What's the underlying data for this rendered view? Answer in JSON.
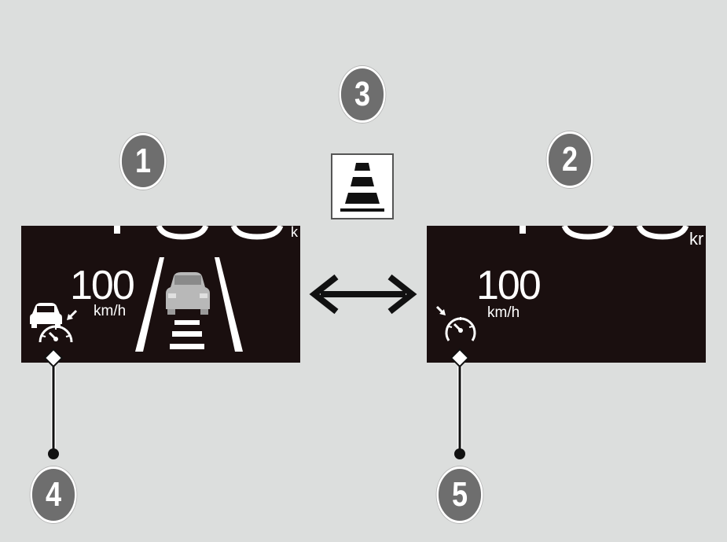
{
  "callouts": {
    "one": "1",
    "two": "2",
    "three": "3",
    "four": "4",
    "five": "5"
  },
  "panel_left": {
    "speed_value": "100",
    "speed_unit": "km/h",
    "icons": [
      "lead-car-icon",
      "cruise-set-arrow-icon",
      "speedometer-icon",
      "lane-road-icon",
      "vehicle-ahead-icon"
    ]
  },
  "panel_right": {
    "speed_value": "100",
    "speed_unit": "km/h",
    "icons": [
      "cruise-set-arrow-icon",
      "speedometer-icon"
    ]
  },
  "center": {
    "icons": [
      "lane-keeping-indicator-icon",
      "double-arrow-icon"
    ]
  },
  "colors": {
    "background": "#dcdedd",
    "panel": "#1a0f0f",
    "callout_fill": "#6e6e6e",
    "text": "#ffffff"
  }
}
